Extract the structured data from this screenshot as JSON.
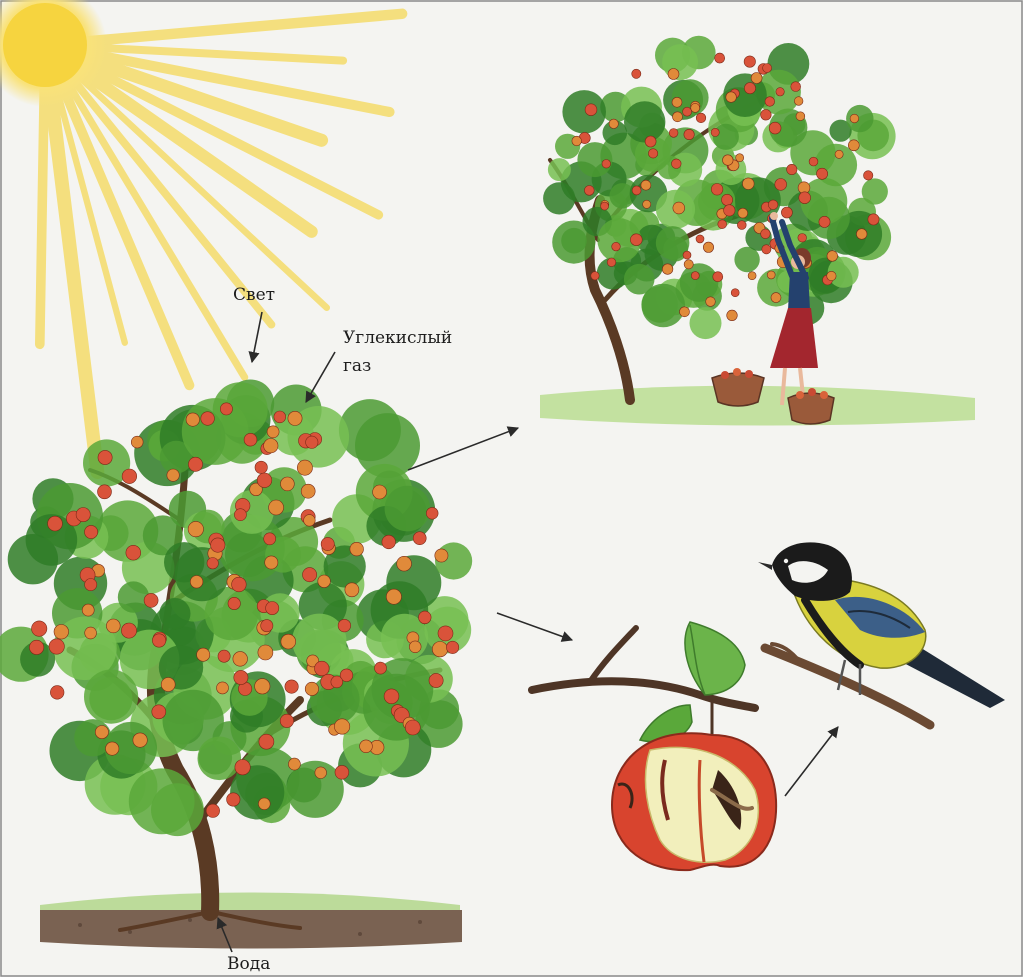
{
  "labels": {
    "light": "Свет",
    "co2_line1": "Углекислый",
    "co2_line2": "газ",
    "water": "Вода"
  },
  "colors": {
    "background": "#f4f4f1",
    "sun": "#f6d64a",
    "foliage": "#5aa83a",
    "foliage_dark": "#2f7d27",
    "trunk": "#5a3a24",
    "apple": "#d9533a",
    "grass": "#9fcf72",
    "soil": "#6e5646",
    "bird_yellow": "#d8d23e",
    "bird_head": "#1b1b1b",
    "bird_wing": "#3b5f86"
  },
  "icons": {
    "sun": "sun-icon",
    "main_tree": "apple-tree-icon",
    "harvest": "person-harvesting-icon",
    "apple": "eaten-apple-icon",
    "bird": "great-tit-icon"
  }
}
